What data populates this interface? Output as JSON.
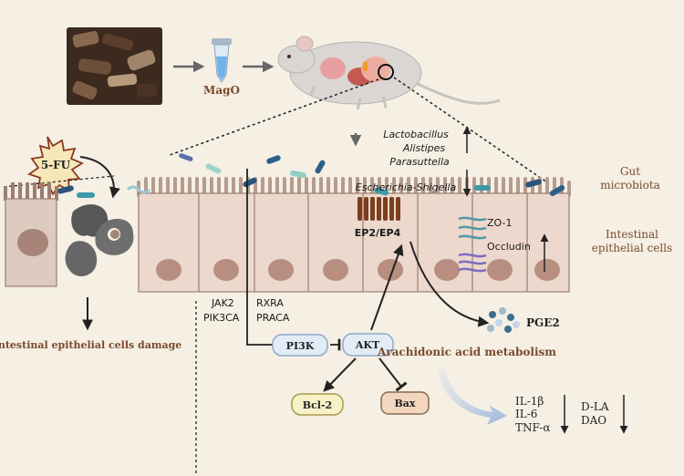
{
  "labels": {
    "mago": "MagO",
    "five_fu": "5-FU",
    "bacteria": [
      "Lactobacillus",
      "Alistipes",
      "Parasuttella",
      "Escherichia-Shigella"
    ],
    "gut_microbiota_line1": "Gut",
    "gut_microbiota_line2": "microbiota",
    "intestinal_epi_line1": "Intestinal",
    "intestinal_epi_line2": "epithelial cells",
    "damage": "Intestinal epithelial cells damage",
    "ep": "EP2/EP4",
    "zo1": "ZO-1",
    "occludin": "Occludin",
    "jak2": "JAK2",
    "pik3ca": "PIK3CA",
    "rxra": "RXRA",
    "praca": "PRACA",
    "pi3k": "PI3K",
    "akt": "AKT",
    "pge2": "PGE2",
    "arachidonic": "Arachidonic acid metabolism",
    "bcl2": "Bcl-2",
    "bax": "Bax",
    "il1b": "IL-1β",
    "il6": "IL-6",
    "tnfa": "TNF-α",
    "dla": "D-LA",
    "dao": "DAO"
  },
  "colors": {
    "background": "#f5efe4",
    "cell_fill": "#ecd8cc",
    "cell_stroke": "#9b7e72",
    "nucleus": "#b78e80",
    "accent_brown": "#7a4a2b",
    "receptor": "#7a3e1c",
    "pi3k_fill": "#e2ecf7",
    "akt_fill": "#e2ecf7",
    "bcl2_fill": "#f7f2c8",
    "bax_fill": "#f2d6bf"
  },
  "icons": [
    "mago-root-image-icon",
    "microtube-icon",
    "mouse-icon",
    "5fu-burst-icon",
    "bacteria-icon",
    "pge2-molecule-icon"
  ]
}
